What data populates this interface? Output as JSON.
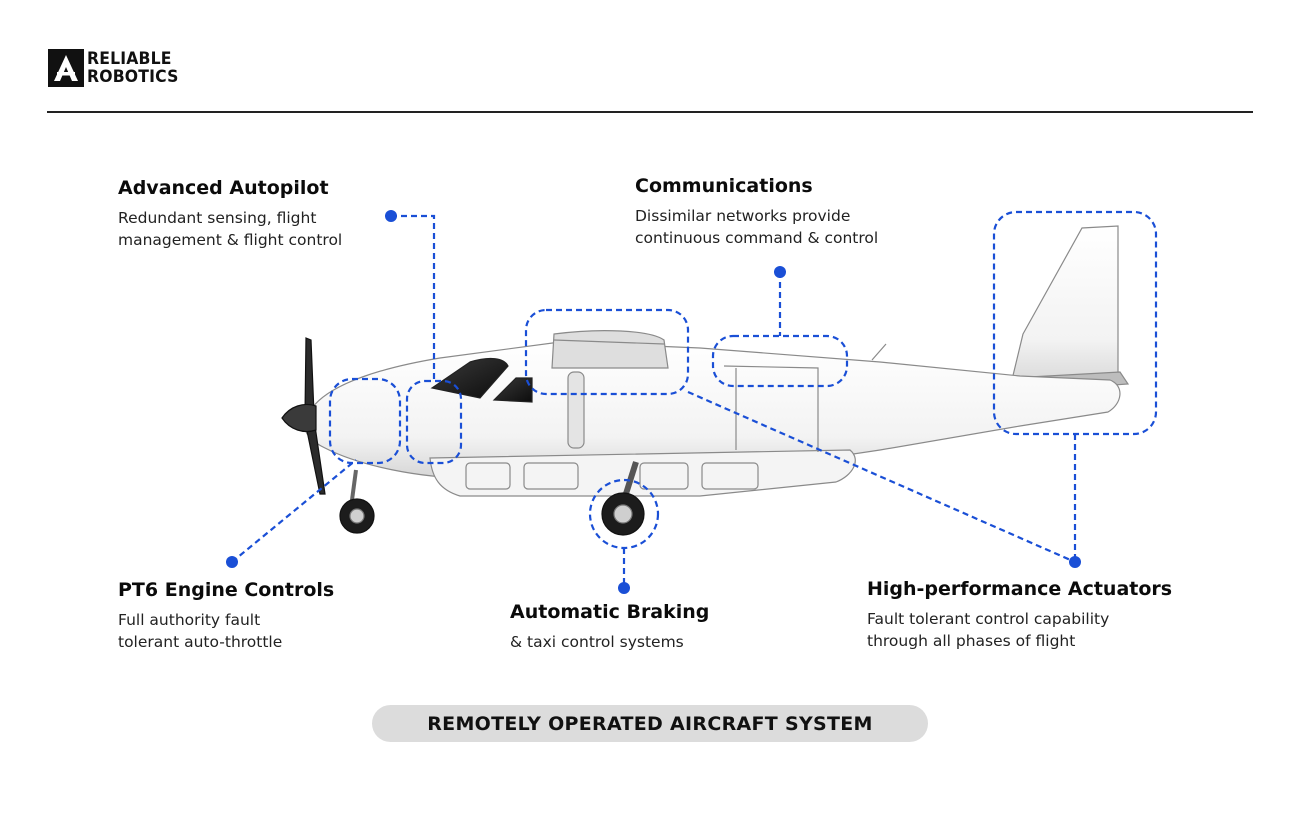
{
  "brand": {
    "line1": "RELIABLE",
    "line2": "ROBOTICS"
  },
  "callouts": {
    "autopilot": {
      "title": "Advanced Autopilot",
      "lines": [
        "Redundant sensing, flight",
        "management & flight control"
      ]
    },
    "communications": {
      "title": "Communications",
      "lines": [
        "Dissimilar networks provide",
        "continuous command & control"
      ]
    },
    "engine": {
      "title": "PT6 Engine Controls",
      "lines": [
        "Full authority fault",
        "tolerant auto-throttle"
      ]
    },
    "braking": {
      "title": "Automatic Braking",
      "lines": [
        "& taxi control systems"
      ]
    },
    "actuators": {
      "title": "High-performance Actuators",
      "lines": [
        "Fault tolerant control capability",
        "through all phases of flight"
      ]
    }
  },
  "footer": {
    "label": "REMOTELY OPERATED AIRCRAFT SYSTEM"
  },
  "colors": {
    "accent": "#1a4fd6",
    "text": "#111111",
    "pill": "#dcdcdc"
  }
}
